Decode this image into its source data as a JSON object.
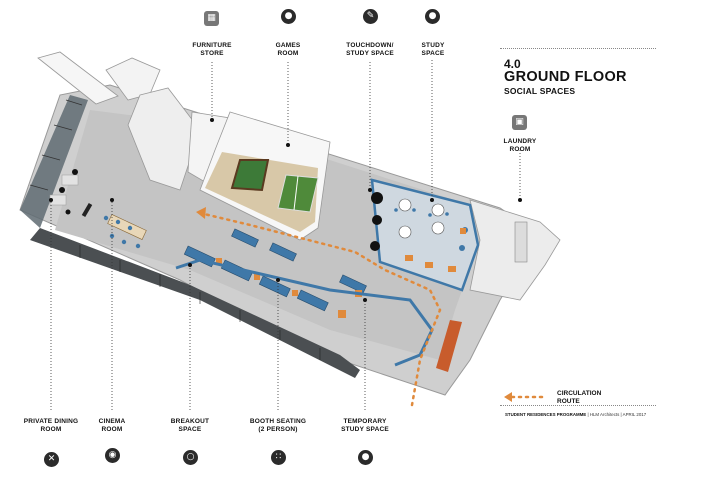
{
  "title": {
    "number": "4.0",
    "main": "GROUND FLOOR",
    "sub": "SOCIAL SPACES"
  },
  "labels": {
    "furniture_store": [
      "FURNITURE",
      "STORE"
    ],
    "games_room": [
      "GAMES",
      "ROOM"
    ],
    "touchdown": [
      "TOUCHDOWN/",
      "STUDY SPACE"
    ],
    "study_space": [
      "STUDY",
      "SPACE"
    ],
    "laundry_room": [
      "LAUNDRY",
      "ROOM"
    ],
    "private_dining": [
      "PRIVATE DINING",
      "ROOM"
    ],
    "cinema_room": [
      "CINEMA",
      "ROOM"
    ],
    "breakout_space": [
      "BREAKOUT",
      "SPACE"
    ],
    "booth_seating": [
      "BOOTH SEATING",
      "(2 PERSON)"
    ],
    "temporary_study": [
      "TEMPORARY",
      "STUDY SPACE"
    ]
  },
  "legend": {
    "circulation": [
      "CIRCULATION",
      "ROUTE"
    ]
  },
  "footer": {
    "programme": "STUDENT RESIDENCES PROGRAMME",
    "rest": " | HLM Architects | APRIL 2017"
  },
  "icons": {
    "furniture_store": "furniture-store-icon",
    "games_room": "table-tennis-icon",
    "touchdown": "touchdown-icon",
    "study_space": "person-icon",
    "laundry_room": "washing-machine-icon",
    "private_dining": "cutlery-icon",
    "cinema_room": "film-camera-icon",
    "breakout_space": "speech-bubble-icon",
    "booth_seating": "two-people-icon",
    "temporary_study": "person-icon"
  },
  "colors": {
    "accent": "#e08a3c",
    "icon": "#2b2b2b",
    "furniture_blue": "#3f78a8",
    "games_green": "#4f8a3a"
  }
}
